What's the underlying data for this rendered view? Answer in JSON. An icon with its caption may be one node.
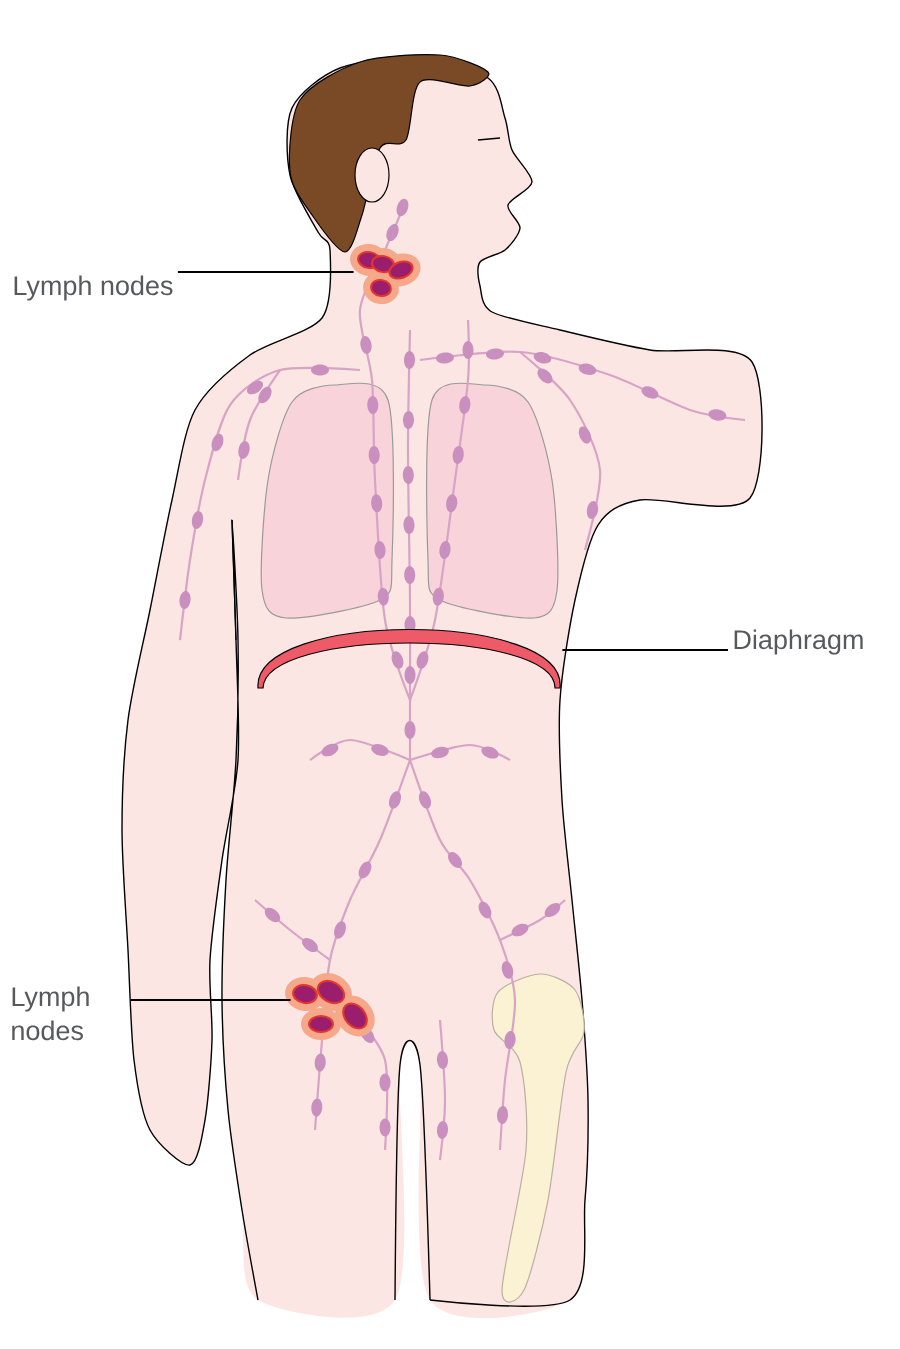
{
  "diagram": {
    "nodes": [
      {
        "text": [
          "Lymph nodes"
        ]
      },
      {
        "text": [],
        "shape": "picture"
      },
      {
        "text": [
          "Diaphragm"
        ]
      },
      {
        "text": [],
        "shape": "picture"
      },
      {
        "text": [
          "Lymph nodes"
        ]
      },
      {
        "text": [],
        "shape": "picture"
      }
    ],
    "edges": [
      {
        "from": 0,
        "to": 1,
        "arrow": "none"
      },
      {
        "from": 2,
        "to": 3,
        "arrow": "none"
      },
      {
        "from": 4,
        "to": 5,
        "arrow": "none"
      }
    ]
  }
}
